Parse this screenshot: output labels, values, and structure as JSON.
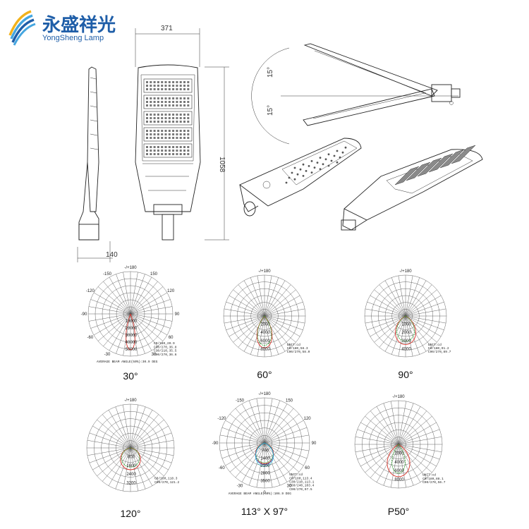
{
  "brand": {
    "name_cn": "永盛祥光",
    "name_en": "YongSheng Lamp",
    "colors": {
      "primary": "#1f5ea8",
      "accent": "#f2b21c",
      "light": "#45a6e0"
    }
  },
  "dimensions": {
    "width": "371",
    "length": "1058",
    "depth": "140",
    "tilt_up": "15°",
    "tilt_down": "15°"
  },
  "polar_charts": [
    {
      "caption": "30°",
      "angle_labels": [
        "-/+180",
        "-150",
        "150",
        "-120",
        "120",
        "-90",
        "90",
        "-60",
        "60",
        "-30",
        "30"
      ],
      "intensity_labels": [
        "10000",
        "20000",
        "30000",
        "40000",
        "50000"
      ],
      "legend": [
        "C0/180,20.9",
        "C90/270,36.8",
        "C30/210,35.5",
        "C90/270,36.6"
      ],
      "footer": "AVERAGE BEAM ANGLE(50%):30.9 DEG",
      "colors": [
        "#d9342b"
      ]
    },
    {
      "caption": "60°",
      "angle_labels": [
        "-/+180"
      ],
      "intensity_labels": [
        "2000",
        "4000",
        "6000",
        "8000"
      ],
      "legend": [
        "UNIT:cd",
        "C0/180,58.3",
        "C90/270,58.0"
      ],
      "footer": "",
      "colors": [
        "#d9342b",
        "#3aa63a"
      ]
    },
    {
      "caption": "90°",
      "angle_labels": [
        "-/+180"
      ],
      "intensity_labels": [
        "1000",
        "2000",
        "3000",
        "4000"
      ],
      "legend": [
        "UNIT:cd",
        "C0/180,91.2",
        "C90/270,89.7"
      ],
      "footer": "",
      "colors": [
        "#d9342b",
        "#3aa63a"
      ]
    },
    {
      "caption": "120°",
      "angle_labels": [
        "-/+180"
      ],
      "intensity_labels": [
        "800",
        "1600",
        "2400",
        "3200"
      ],
      "legend": [
        "C0/180,118.3",
        "C90/270,121.2"
      ],
      "footer": "",
      "colors": [
        "#d9342b",
        "#3aa63a"
      ]
    },
    {
      "caption": "113° X 97°",
      "angle_labels": [
        "-/+180",
        "-150",
        "150",
        "-120",
        "120",
        "-90",
        "90",
        "-60",
        "60",
        "-30",
        "30",
        "0"
      ],
      "intensity_labels": [
        "700",
        "1400",
        "2100",
        "2800",
        "3500"
      ],
      "legend": [
        "UNIT:cd",
        "C0/180,113.4",
        "C30/210,113.1",
        "C60/240,103.4",
        "C90/270,97.5"
      ],
      "footer": "AVERAGE BEAM ANGLE(50%):106.9 DEG",
      "colors": [
        "#d9342b",
        "#3aa63a",
        "#3e6fd8",
        "#29c4d0"
      ]
    },
    {
      "caption": "P50°",
      "angle_labels": [
        "-/+180"
      ],
      "intensity_labels": [
        "2000",
        "4000",
        "6000",
        "8000"
      ],
      "legend": [
        "UNIT:cd",
        "C0/180,88.1",
        "C90/270,56.7"
      ],
      "footer": "",
      "colors": [
        "#d9342b",
        "#3aa63a"
      ]
    }
  ]
}
